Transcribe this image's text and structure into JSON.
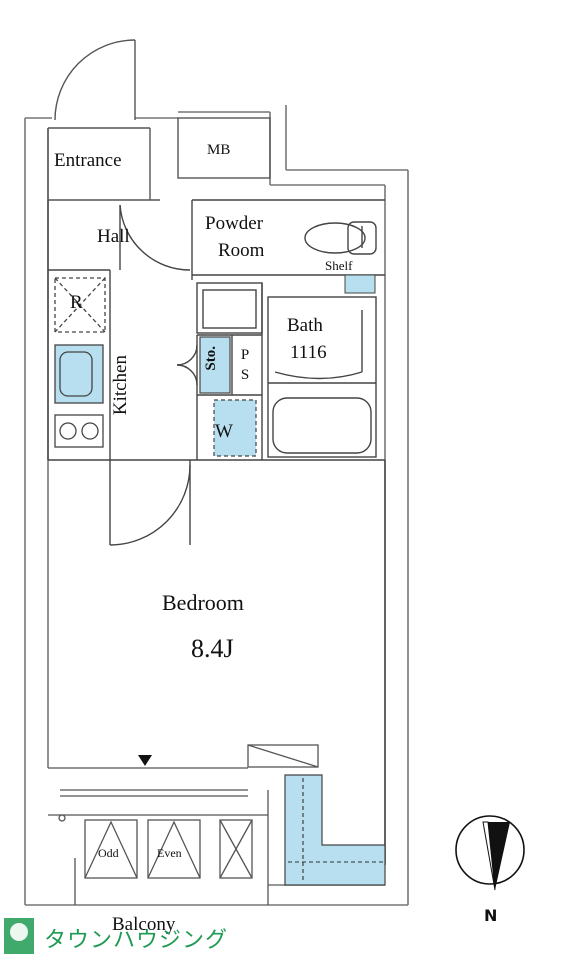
{
  "rooms": {
    "entrance": "Entrance",
    "mb": "MB",
    "hall": "Hall",
    "powder_room_line1": "Powder",
    "powder_room_line2": "Room",
    "shelf": "Shelf",
    "refrigerator": "R",
    "storage": "Sto.",
    "ps": "P S",
    "washer": "W",
    "kitchen": "Kitchen",
    "bath_line1": "Bath",
    "bath_line2": "1116",
    "bedroom": "Bedroom",
    "bedroom_size": "8.4J",
    "balcony": "Balcony",
    "odd": "Odd",
    "even": "Even"
  },
  "compass": {
    "label": "N"
  },
  "watermark": {
    "text": "タウンハウジング"
  },
  "colors": {
    "wall": "#8a8a8a",
    "wall_fill": "#ffffff",
    "line": "#333333",
    "accent": "#b7dff0",
    "watermark": "#1f9a52"
  }
}
